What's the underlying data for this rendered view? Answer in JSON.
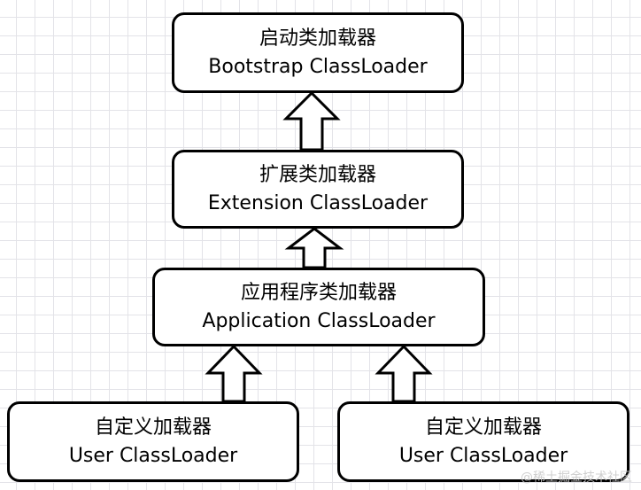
{
  "nodes": {
    "bootstrap": {
      "cn": "启动类加载器",
      "en": "Bootstrap ClassLoader"
    },
    "extension": {
      "cn": "扩展类加载器",
      "en": "Extension ClassLoader"
    },
    "application": {
      "cn": "应用程序类加载器",
      "en": "Application ClassLoader"
    },
    "user_left": {
      "cn": "自定义加载器",
      "en": "User ClassLoader"
    },
    "user_right": {
      "cn": "自定义加载器",
      "en": "User ClassLoader"
    }
  },
  "watermark": "@稀土掘金技术社区"
}
